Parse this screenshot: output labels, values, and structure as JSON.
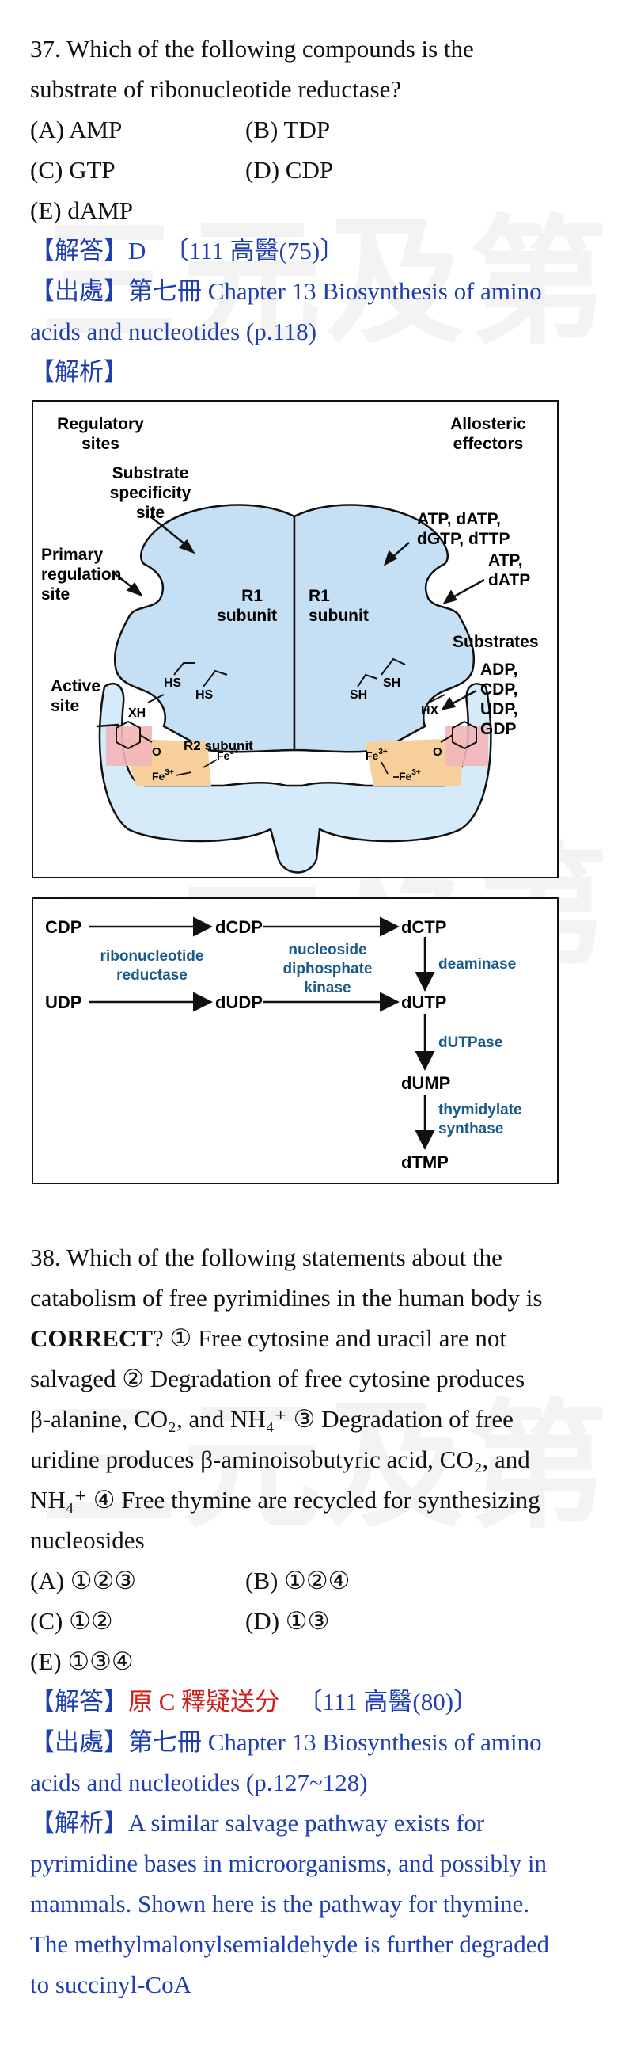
{
  "q37": {
    "stem_l1": "37. Which of the following compounds is the",
    "stem_l2": "substrate of ribonucleotide reductase?",
    "opt_a": "(A) AMP",
    "opt_b": "(B) TDP",
    "opt_c": "(C) GTP",
    "opt_d": "(D) CDP",
    "opt_e": "(E) dAMP",
    "answer_tag": "【解答】",
    "answer": "D",
    "answer_src": "〔111 高醫(75)〕",
    "source_tag": "【出處】",
    "source_l1": "第七冊  Chapter 13 Biosynthesis of amino",
    "source_l2": "acids and nucleotides (p.118)",
    "analysis_tag": "【解析】"
  },
  "fig1": {
    "regulatory_sites_1": "Regulatory",
    "regulatory_sites_2": "sites",
    "allosteric_1": "Allosteric",
    "allosteric_2": "effectors",
    "substrate_spec_1": "Substrate",
    "substrate_spec_2": "specificity",
    "substrate_spec_3": "site",
    "primary_reg_1": "Primary",
    "primary_reg_2": "regulation",
    "primary_reg_3": "site",
    "active_site_1": "Active",
    "active_site_2": "site",
    "r1_left_1": "R1",
    "r1_left_2": "subunit",
    "r1_right_1": "R1",
    "r1_right_2": "subunit",
    "effectors_a_1": "ATP, dATP,",
    "effectors_a_2": "dGTP, dTTP",
    "effectors_b_1": "ATP,",
    "effectors_b_2": "dATP",
    "substrates_title": "Substrates",
    "substrates": [
      "ADP,",
      "CDP,",
      "UDP,",
      "GDP"
    ],
    "hs1": "HS",
    "hs2": "HS",
    "xh": "XH",
    "sh1": "SH",
    "sh2": "SH",
    "hx": "HX",
    "r2_subunit": "R2 subunit",
    "o_left": "O",
    "o_right": "O",
    "fe1": "Fe",
    "fe2": "Fe",
    "fe3": "Fe",
    "fe4": "Fe",
    "fe_charge": "3+"
  },
  "fig2": {
    "cdp": "CDP",
    "dcdp": "dCDP",
    "dctp": "dCTP",
    "udp": "UDP",
    "dudp": "dUDP",
    "dutp": "dUTP",
    "dump": "dUMP",
    "dtmp": "dTMP",
    "rr_1": "ribonucleotide",
    "rr_2": "reductase",
    "ndk_1": "nucleoside",
    "ndk_2": "diphosphate",
    "ndk_3": "kinase",
    "deaminase": "deaminase",
    "dutpase": "dUTPase",
    "ts_1": "thymidylate",
    "ts_2": "synthase",
    "label_color": "#1a5a8a"
  },
  "q38": {
    "l1": "38.  Which of the following statements about the",
    "l2": "catabolism of free pyrimidines in the human body is",
    "l3_bold": "CORRECT",
    "l3_rest": "?  ①  Free cytosine and uracil are not",
    "l4": "salvaged  ②  Degradation of free cytosine produces",
    "l5": "β-alanine, CO₂, and NH₄⁺  ③  Degradation of free",
    "l6": "uridine produces β-aminoisobutyric acid, CO₂, and",
    "l7": "NH₄⁺  ④  Free thymine are recycled for synthesizing",
    "l8": "nucleosides",
    "opt_a": "(A)  ①②③",
    "opt_b": "(B)  ①②④",
    "opt_c": "(C)  ①②",
    "opt_d": "(D)  ①③",
    "opt_e": "(E)  ①③④",
    "answer_tag": "【解答】",
    "answer": "原 C 釋疑送分",
    "answer_src": "〔111 高醫(80)〕",
    "source_tag": "【出處】",
    "source_l1": "第七冊  Chapter 13 Biosynthesis of amino",
    "source_l2": "acids and nucleotides (p.127~128)",
    "analysis_tag": "【解析】",
    "analysis_l1": "A similar salvage pathway exists for",
    "analysis_l2": "pyrimidine bases in microorganisms, and possibly in",
    "analysis_l3": "mammals. Shown here is the pathway for thymine.",
    "analysis_l4": "The methylmalonylsemialdehyde is further degraded",
    "analysis_l5": "to succinyl-CoA"
  },
  "watermark": "三元及第",
  "colors": {
    "blue_text": "#1f3fb0",
    "red_text": "#d0201c",
    "protein_fill": "#c5e0f5",
    "r2_fill": "#d6ebfa",
    "iron_fill": "#f6cf9a",
    "ring_fill": "#f2b6b9"
  }
}
